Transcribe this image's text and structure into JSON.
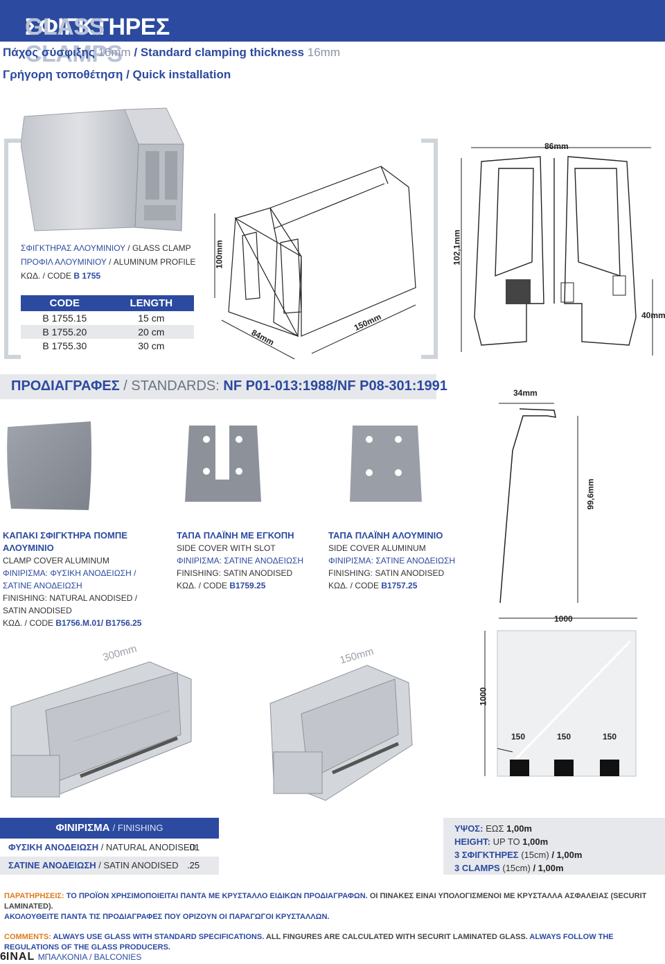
{
  "header": {
    "title_gr": "ΣΦΙΓΚΤΗΡΕΣ ΚΡΥΣΤΑΛΛΩΝ /",
    "title_en": "GLASS CLAMPS",
    "line1_gr": "Πάχος σύσφιξης",
    "line1_val": "16mm",
    "line1_en": "/ Standard clamping thickness",
    "line1_val2": "16mm",
    "line2": "Γρήγορη τοποθέτηση / Quick installation"
  },
  "clamp": {
    "name_gr": "ΣΦΙΓΚΤΗΡΑΣ ΑΛΟΥΜΙΝΙΟΥ",
    "name_en": "/ GLASS CLAMP",
    "profile_gr": "ΠΡΟΦΙΛ ΑΛΟΥΜΙΝΙΟΥ",
    "profile_en": "/ ALUMINUM PROFILE",
    "code_label": "ΚΩΔ. / CODE",
    "code": "B 1755",
    "table_headers": [
      "CODE",
      "LENGTH"
    ],
    "rows": [
      {
        "code": "B 1755.15",
        "length": "15 cm"
      },
      {
        "code": "B 1755.20",
        "length": "20 cm"
      },
      {
        "code": "B 1755.30",
        "length": "30 cm"
      }
    ]
  },
  "dimensions": {
    "d100": "100mm",
    "d84": "84mm",
    "d150": "150mm",
    "d86": "86mm",
    "d102": "102,1mm",
    "d40": "40mm",
    "d34": "34mm",
    "d99": "99,6mm",
    "d300": "300mm",
    "d150b": "150mm"
  },
  "standards": {
    "label_gr": "ΠΡΟΔΙΑΓΡΑΦΕΣ",
    "label_en": "/ STANDARDS:",
    "value": "NF P01-013:1988/NF P08-301:1991"
  },
  "products": [
    {
      "title": "ΚΑΠΑΚΙ ΣΦΙΓΚΤΗΡΑ ΠΟΜΠΕ ΑΛΟΥΜΙΝΙΟ",
      "sub": "CLAMP COVER ALUMINUM",
      "fin_gr": "ΦΙΝΙΡΙΣΜΑ: ΦΥΣΙΚΗ ΑΝΟΔΕΙΩΣΗ / ΣΑΤΙΝΕ ΑΝΟΔΕΙΩΣΗ",
      "fin_en": "FINISHING: NATURAL ANODISED / SATIN ANODISED",
      "code_label": "ΚΩΔ. / CODE",
      "code": "B1756.M.01/ B1756.25"
    },
    {
      "title": "ΤΑΠΑ ΠΛΑΪΝΗ ΜΕ ΕΓΚΟΠΗ",
      "sub": "SIDE COVER WITH SLOT",
      "fin_gr": "ΦΙΝΙΡΙΣΜΑ: ΣΑΤΙΝΕ ΑΝΟΔΕΙΩΣΗ",
      "fin_en": "FINISHING: SATIN ANODISED",
      "code_label": "ΚΩΔ. / CODE",
      "code": "B1759.25"
    },
    {
      "title": "ΤΑΠΑ ΠΛΑΪΝΗ ΑΛΟΥΜΙΝΙΟ",
      "sub": "SIDE COVER ALUMINUM",
      "fin_gr": "ΦΙΝΙΡΙΣΜΑ: ΣΑΤΙΝΕ ΑΝΟΔΕΙΩΣΗ",
      "fin_en": "FINISHING: SATIN ANODISED",
      "code_label": "ΚΩΔ. / CODE",
      "code": "B1757.25"
    }
  ],
  "glass": {
    "w": "1000",
    "h": "1000",
    "spacings": [
      "150",
      "150",
      "150"
    ]
  },
  "finishing": {
    "title": "ΦΙΝΙΡΙΣΜΑ",
    "title_en": "/ FINISHING",
    "rows": [
      {
        "gr": "ΦΥΣΙΚΗ ΑΝΟΔΕΙΩΣΗ",
        "en": "/ NATURAL ANODISED",
        "code": ".01"
      },
      {
        "gr": "ΣΑΤΙΝΕ ΑΝΟΔΕΙΩΣΗ",
        "en": "/ SATIN ANODISED",
        "code": ".25"
      }
    ]
  },
  "height": {
    "l1_gr": "ΥΨΟΣ:",
    "l1_v": "ΕΩΣ",
    "l1_b": "1,00m",
    "l2_gr": "HEIGHT:",
    "l2_v": "UP TO",
    "l2_b": "1,00m",
    "l3_a": "3 ΣΦΙΓΚΤΗΡΕΣ",
    "l3_b": "(15cm)",
    "l3_c": "/ 1,00m",
    "l4_a": "3 CLAMPS",
    "l4_b": "(15cm)",
    "l4_c": "/ 1,00m"
  },
  "notes": {
    "gr_key": "ΠΑΡΑΤΗΡΗΣΕΙΣ:",
    "gr_1": "ΤΟ ΠΡΟΪΟΝ ΧΡΗΣΙΜΟΠΟΙΕΙΤΑΙ ΠΑΝΤΑ ΜΕ ΚΡΥΣΤΑΛΛΟ ΕΙΔΙΚΩΝ ΠΡΟΔΙΑΓΡΑΦΩΝ.",
    "gr_2": "ΟΙ ΠΙΝΑΚΕΣ ΕΙΝΑΙ ΥΠΟΛΟΓΙΣΜΕΝΟΙ ΜΕ ΚΡΥΣΤΑΛΛΑ ΑΣΦΑΛΕΙΑΣ (SECURIT LAMINATED).",
    "gr_3": "ΑΚΟΛΟΥΘΕΙΤΕ ΠΑΝΤΑ ΤΙΣ ΠΡΟΔΙΑΓΡΑΦΕΣ ΠΟΥ ΟΡΙΖΟΥΝ ΟΙ ΠΑΡΑΓΩΓΟΙ ΚΡΥΣΤΑΛΛΩΝ.",
    "en_key": "COMMENTS:",
    "en_1": "ALWAYS USE GLASS WITH STANDARD SPECIFICATIONS.",
    "en_2": "ALL FINGURES ARE CALCULATED WITH SECURIT LAMINATED GLASS.",
    "en_3": "ALWAYS FOLLOW THE REGULATIONS OF THE GLASS PRODUCERS."
  },
  "footer": {
    "page": "6",
    "brand": "INAL",
    "section": "ΜΠΑΛΚΟΝΙΑ / BALCONIES"
  }
}
